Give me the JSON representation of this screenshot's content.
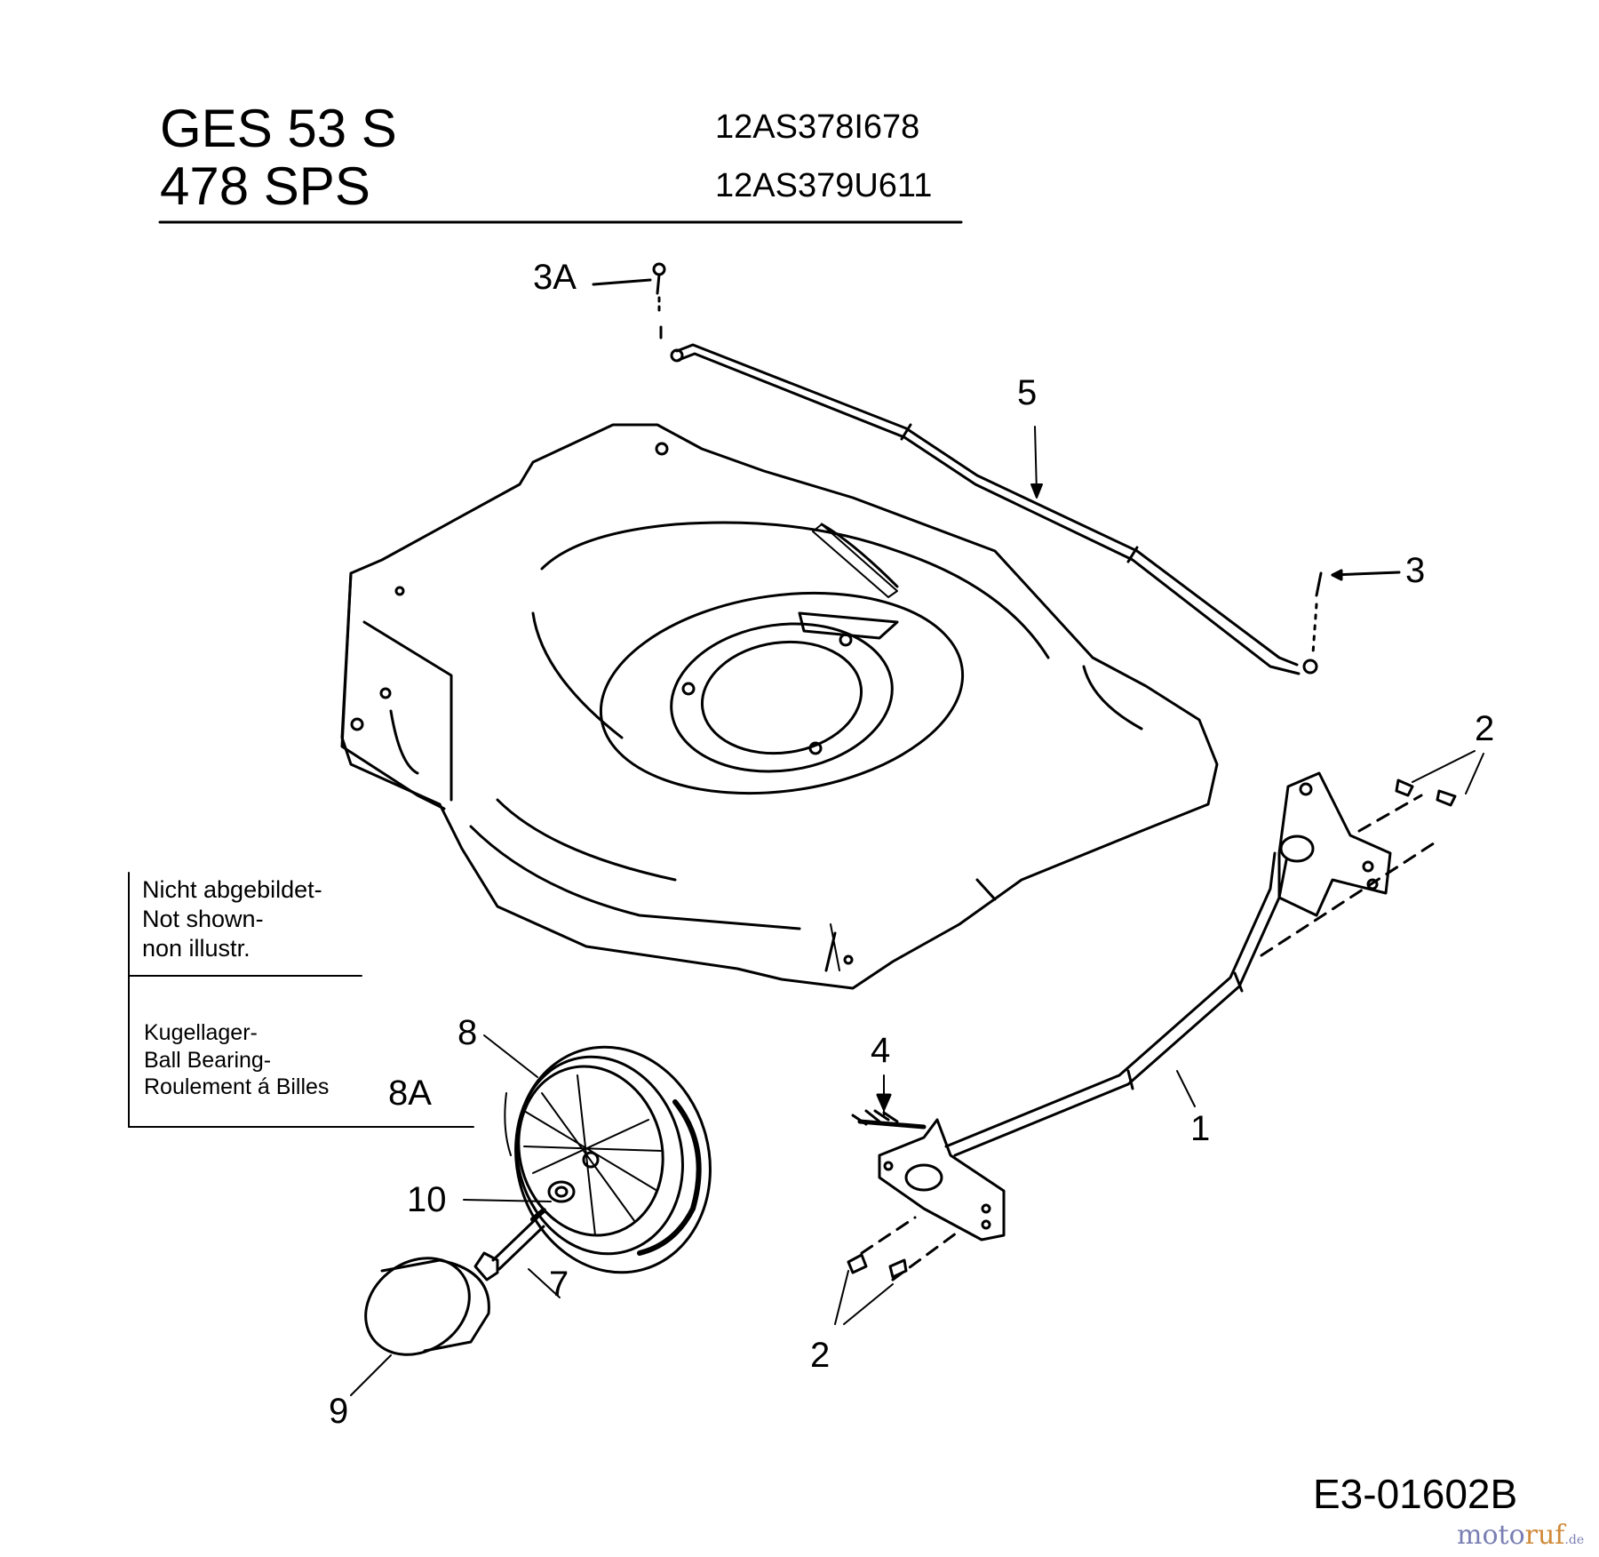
{
  "header": {
    "models": [
      {
        "name": "GES 53 S",
        "code": "12AS378I678"
      },
      {
        "name": "478 SPS",
        "code": "12AS379U611"
      }
    ]
  },
  "callouts": [
    "3A",
    "5",
    "3",
    "2",
    "2",
    "1",
    "4",
    "8",
    "8A",
    "10",
    "7",
    "9"
  ],
  "notes": {
    "not_shown": [
      "Nicht abgebildet-",
      "Not shown-",
      "non illustr."
    ],
    "bearing": [
      "Kugellager-",
      "Ball Bearing-",
      "Roulement á Billes"
    ]
  },
  "drawing_id": "E3-01602B",
  "watermark": {
    "part_a": "moto",
    "part_b": "ruf",
    "part_c": ".de"
  }
}
